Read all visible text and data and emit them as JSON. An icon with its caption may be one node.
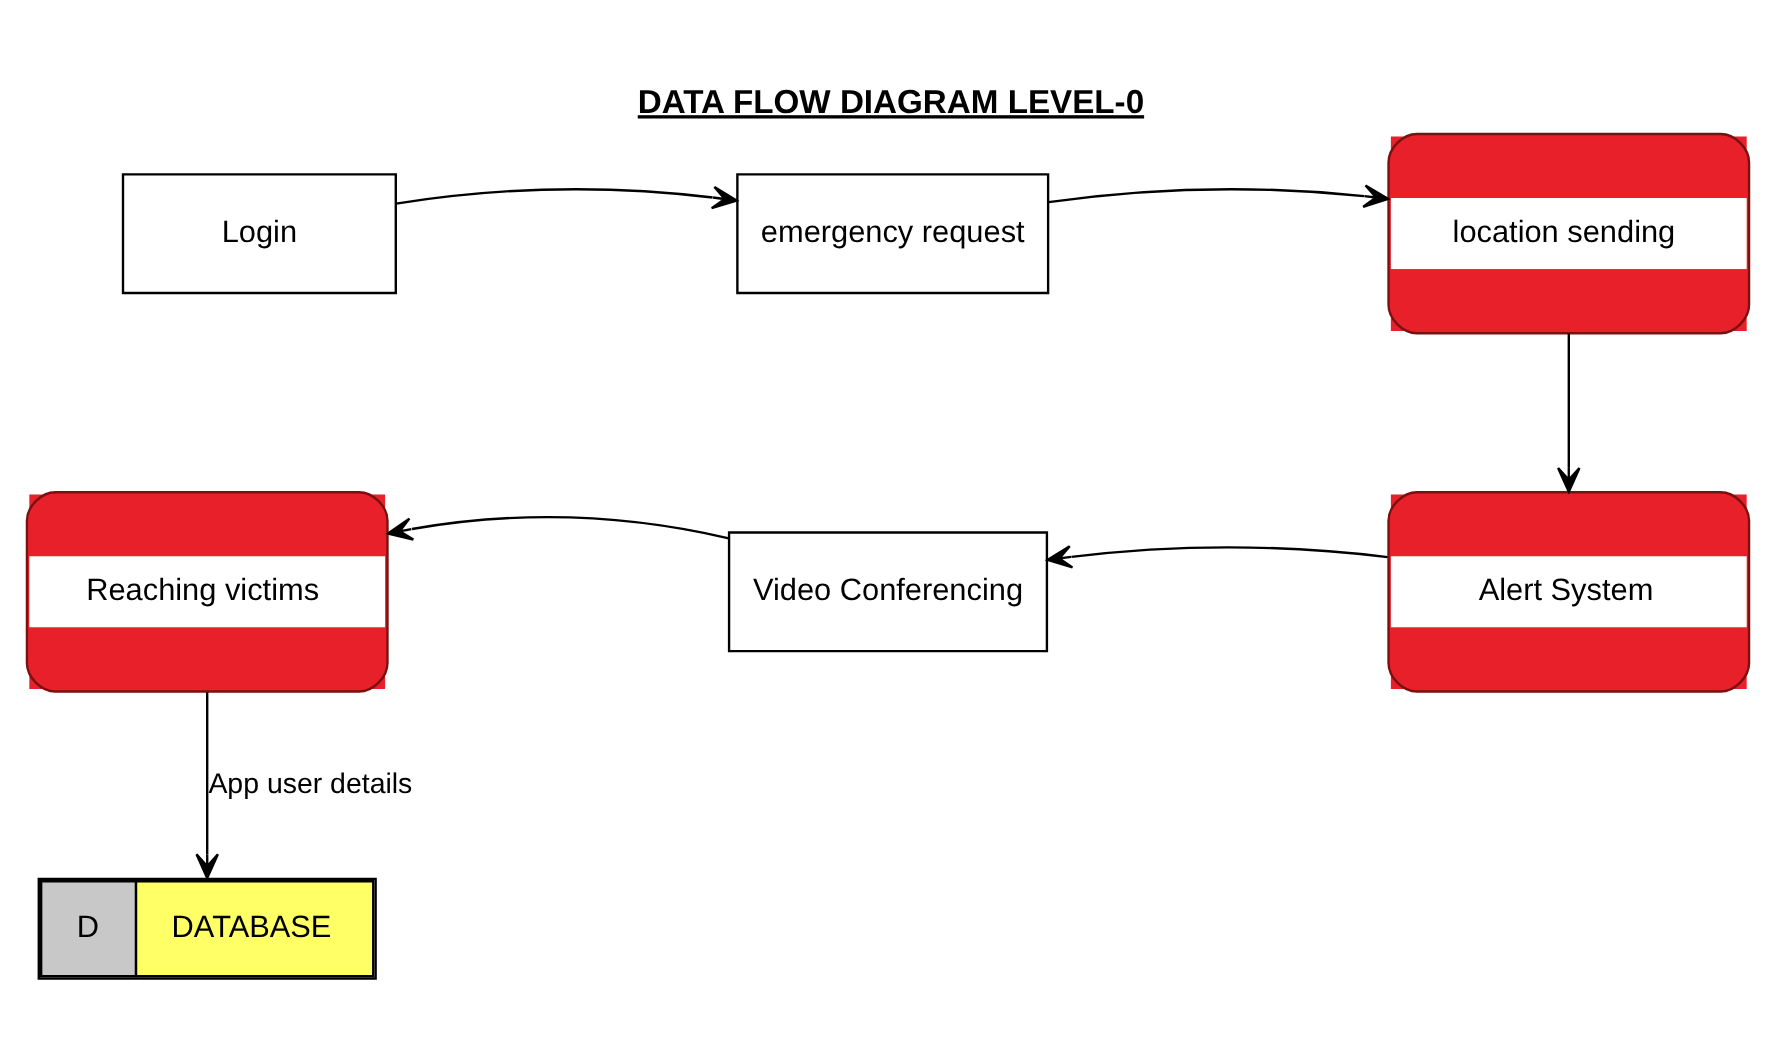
{
  "diagram": {
    "title": "DATA FLOW DIAGRAM LEVEL-0",
    "nodes": [
      {
        "text": [
          "Login"
        ]
      },
      {
        "text": [
          "emergency request"
        ]
      },
      {
        "text": [
          "location sending"
        ]
      },
      {
        "text": [
          "Alert System"
        ]
      },
      {
        "text": [
          "Video Conferencing"
        ]
      },
      {
        "text": [
          "Reaching victims"
        ]
      },
      {
        "text": [
          "D",
          "DATABASE"
        ]
      }
    ],
    "edges": [
      {
        "from": 0,
        "to": 1,
        "arrow": "to"
      },
      {
        "from": 1,
        "to": 2,
        "arrow": "to"
      },
      {
        "from": 2,
        "to": 3,
        "arrow": "to"
      },
      {
        "from": 3,
        "to": 4,
        "arrow": "to"
      },
      {
        "from": 4,
        "to": 5,
        "arrow": "to"
      },
      {
        "from": 5,
        "to": 6,
        "arrow": "to",
        "label": "App user details"
      }
    ]
  }
}
